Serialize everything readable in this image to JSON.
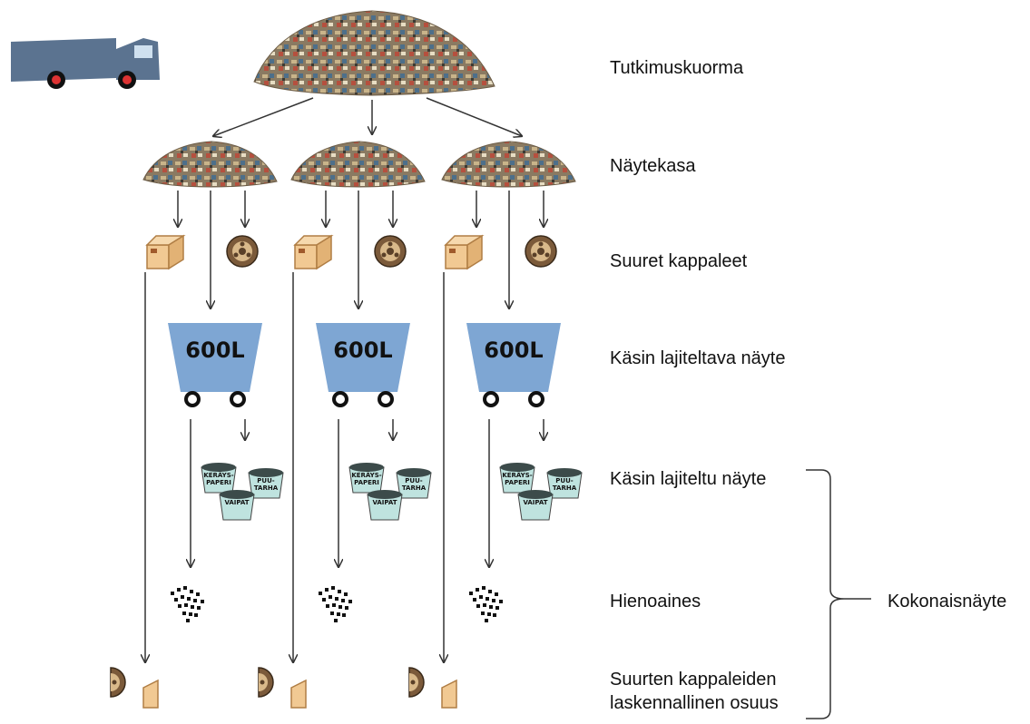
{
  "labels": {
    "tutkimuskuorma": "Tutkimuskuorma",
    "naytekasa": "Näytekasa",
    "suuret_kappaleet": "Suuret kappaleet",
    "kasin_lajiteltava": "Käsin lajiteltava näyte",
    "kasin_lajiteltu": "Käsin lajiteltu näyte",
    "hienoaines": "Hienoaines",
    "suurten_line1": "Suurten kappaleiden",
    "suurten_line2": "laskennallinen osuus",
    "kokonaisnayte": "Kokonaisnäyte"
  },
  "container_label": "600L",
  "bin_labels": [
    "KERÄYS-PAPERI",
    "PUU-TARHA",
    "VAIPAT"
  ],
  "colors": {
    "truck": "#5b7390",
    "container": "#7ea6d3",
    "bin": "#bfe3df",
    "box": "#f1c993",
    "pile": "#7a6a55",
    "arrow": "#333333"
  }
}
